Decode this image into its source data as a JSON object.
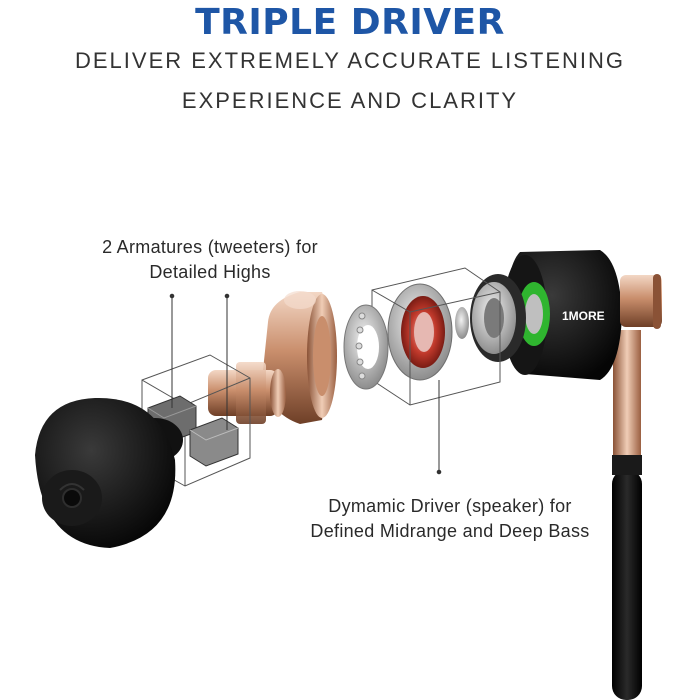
{
  "header": {
    "title": "TRIPLE DRIVER",
    "subtitle_line1": "DELIVER EXTREMELY ACCURATE LISTENING",
    "subtitle_line2": "EXPERIENCE AND CLARITY"
  },
  "callouts": {
    "armatures_line1": "2 Armatures (tweeters) for",
    "armatures_line2": "Detailed Highs",
    "dynamic_line1": "Dymamic Driver (speaker) for",
    "dynamic_line2": "Defined Midrange and Deep Bass"
  },
  "product": {
    "brand_logo": "1MORE"
  },
  "colors": {
    "title_blue": "#1e56a6",
    "rose_gold": "#c99274",
    "body_black": "#111111",
    "accent_green": "#2fb52f",
    "driver_red": "#c0392b"
  }
}
